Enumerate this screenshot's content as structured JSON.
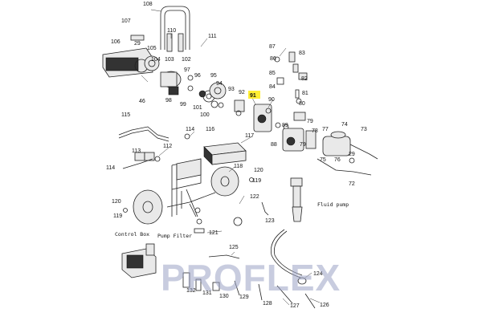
{
  "diagram": {
    "highlight_color": "#ffee33",
    "watermark": "PROFLEX",
    "section_labels": {
      "fluid_pump": "Fluid pump",
      "control_box": "Control Box",
      "pump_filter": "Pump Filter"
    },
    "highlighted_part": "91",
    "parts": [
      "108",
      "107",
      "110",
      "29",
      "111",
      "106",
      "105",
      "104",
      "103",
      "102",
      "87",
      "86",
      "83",
      "85",
      "84",
      "82",
      "81",
      "80",
      "97",
      "96",
      "95",
      "94",
      "93",
      "92",
      "91",
      "90",
      "89",
      "88",
      "79",
      "78",
      "77",
      "74",
      "73",
      "46",
      "99",
      "98",
      "101",
      "100",
      "115",
      "114",
      "116",
      "117",
      "113",
      "112",
      "118",
      "120",
      "119",
      "120",
      "119",
      "114",
      "79",
      "76",
      "75",
      "72",
      "29",
      "122",
      "123",
      "121",
      "124",
      "125",
      "126",
      "127",
      "128",
      "129",
      "130",
      "131",
      "132"
    ]
  }
}
